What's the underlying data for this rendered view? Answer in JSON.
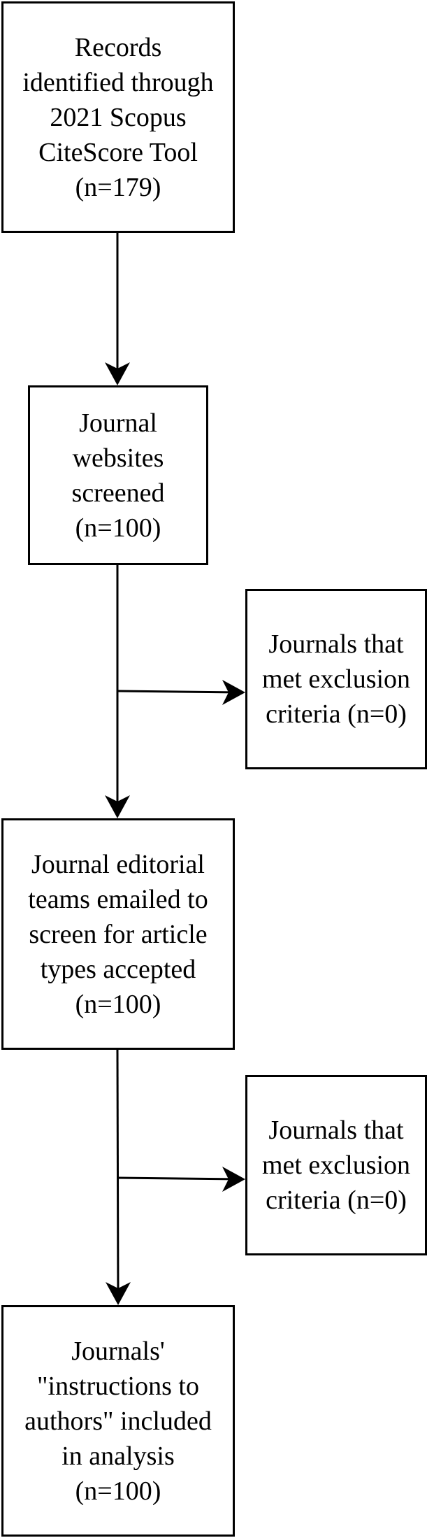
{
  "flowchart": {
    "records": {
      "lines": [
        "Records",
        "identified through",
        "2021 Scopus",
        "CiteScore Tool",
        "(n=179)"
      ]
    },
    "screened": {
      "lines": [
        "Journal",
        "websites",
        "screened",
        "(n=100)"
      ]
    },
    "exclusion_1": {
      "lines": [
        "Journals that",
        "met exclusion",
        "criteria (n=0)"
      ]
    },
    "emailed": {
      "lines": [
        "Journal editorial",
        "teams emailed to",
        "screen for article",
        "types accepted",
        "(n=100)"
      ]
    },
    "exclusion_2": {
      "lines": [
        "Journals that",
        "met exclusion",
        "criteria (n=0)"
      ]
    },
    "included": {
      "lines": [
        "Journals'",
        "\"instructions to",
        "authors\" included",
        "in analysis",
        "(n=100)"
      ]
    }
  },
  "colors": {
    "stroke": "#000000",
    "background": "#ffffff"
  }
}
